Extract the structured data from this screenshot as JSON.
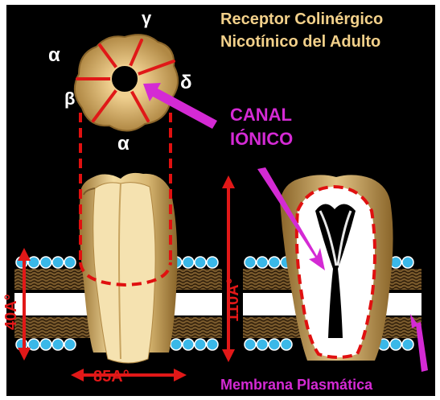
{
  "title": {
    "line1": "Receptor Colinérgico",
    "line2": "Nicotínico del Adulto"
  },
  "subunits": {
    "gamma": "γ",
    "alpha_top": "α",
    "delta": "δ",
    "beta": "β",
    "alpha_bottom": "α"
  },
  "channel_label": {
    "line1": "CANAL",
    "line2": "IÓNICO"
  },
  "dimensions": {
    "membrane_thickness": "40A°",
    "height": "110A°",
    "width": "85A°"
  },
  "membrane_label": "Membrana Plasmática",
  "colors": {
    "background": "#000000",
    "title": "#f2d08a",
    "dimension": "#e21818",
    "channel_label": "#d42ad4",
    "protein": "#d6b670",
    "protein_dark": "#a07a3a",
    "lipid_head": "#3ab8e8",
    "dashed_outline": "#e01010",
    "white": "#ffffff"
  }
}
